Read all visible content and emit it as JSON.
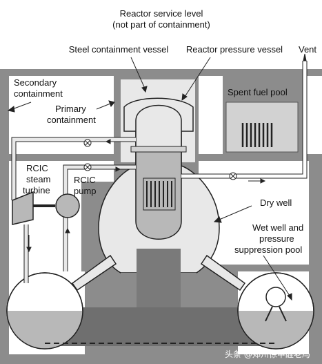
{
  "labels": {
    "service_level_1": "Reactor service level",
    "service_level_2": "(not part of containment)",
    "steel_vessel": "Steel containment vessel",
    "pressure_vessel": "Reactor pressure vessel",
    "vent": "Vent",
    "secondary_1": "Secondary",
    "secondary_2": "containment",
    "primary_1": "Primary",
    "primary_2": "containment",
    "spent_fuel": "Spent fuel pool",
    "rcic_turbine_1": "RCIC",
    "rcic_turbine_2": "steam",
    "rcic_turbine_3": "turbine",
    "rcic_pump_1": "RCIC",
    "rcic_pump_2": "pump",
    "dry_well": "Dry well",
    "wet_well_1": "Wet well and",
    "wet_well_2": "pressure",
    "wet_well_3": "suppression pool"
  },
  "watermark": "头条 @郑州徐甲醛老冯",
  "colors": {
    "building_wall": "#8c8c8c",
    "interior_light": "#e8e8e8",
    "dark_zone": "#6f6f6f",
    "water": "#b8b8b8",
    "fuel_pool": "#d2d2d2",
    "line": "#222222",
    "white": "#ffffff"
  }
}
